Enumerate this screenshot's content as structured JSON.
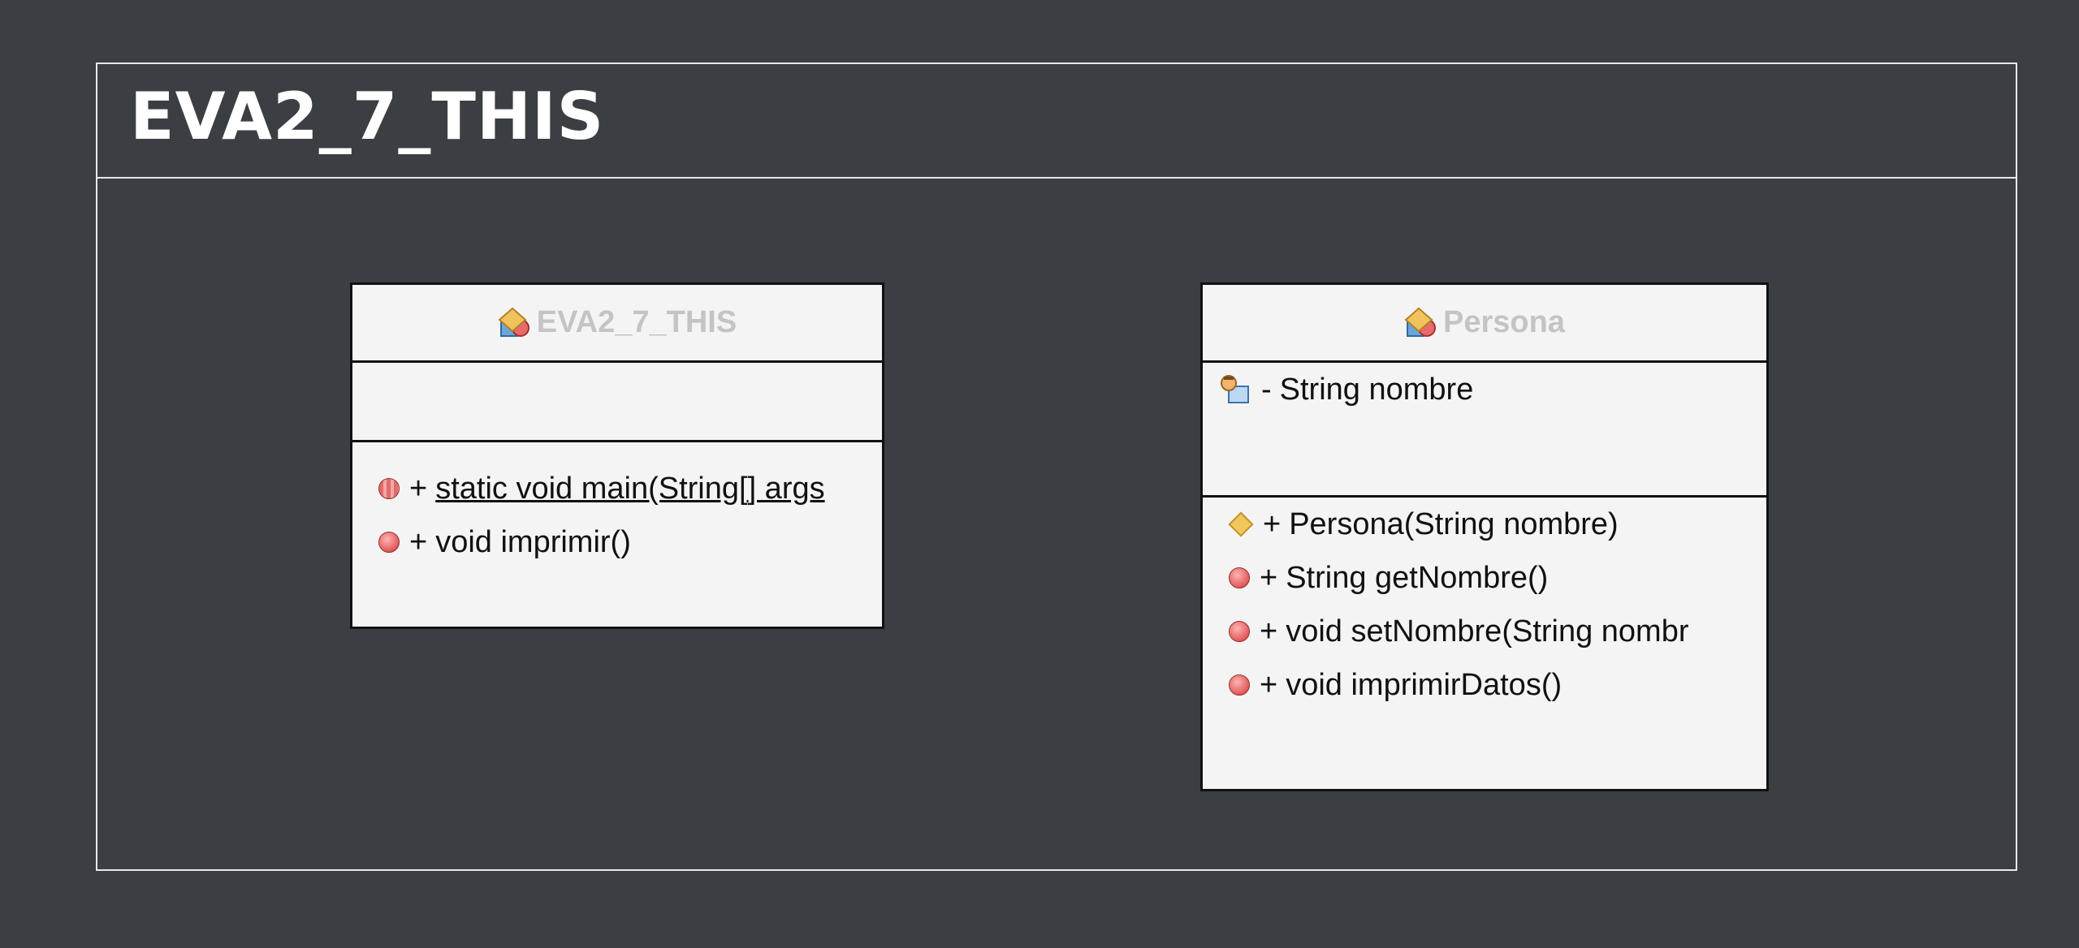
{
  "package": {
    "title": "EVA2_7_THIS"
  },
  "classes": [
    {
      "name": "EVA2_7_THIS",
      "icon": "class-icon",
      "attributes": [],
      "methods": [
        {
          "visibility": "+",
          "text": "static void main(String[] args",
          "static": true,
          "icon": "static-method-icon"
        },
        {
          "visibility": "+",
          "text": "void imprimir()",
          "static": false,
          "icon": "method-icon"
        }
      ]
    },
    {
      "name": "Persona",
      "icon": "class-icon",
      "attributes": [
        {
          "visibility": "-",
          "text": "String nombre",
          "icon": "field-icon"
        }
      ],
      "methods": [
        {
          "visibility": "+",
          "text": "Persona(String nombre)",
          "icon": "constructor-icon"
        },
        {
          "visibility": "+",
          "text": "String getNombre()",
          "icon": "method-icon"
        },
        {
          "visibility": "+",
          "text": "void setNombre(String nombr",
          "icon": "method-icon"
        },
        {
          "visibility": "+",
          "text": "void imprimirDatos()",
          "icon": "method-icon"
        }
      ]
    }
  ],
  "colors": {
    "background": "#3b3f43",
    "box": "#f4f4f4",
    "className": "#c4c4c4"
  }
}
